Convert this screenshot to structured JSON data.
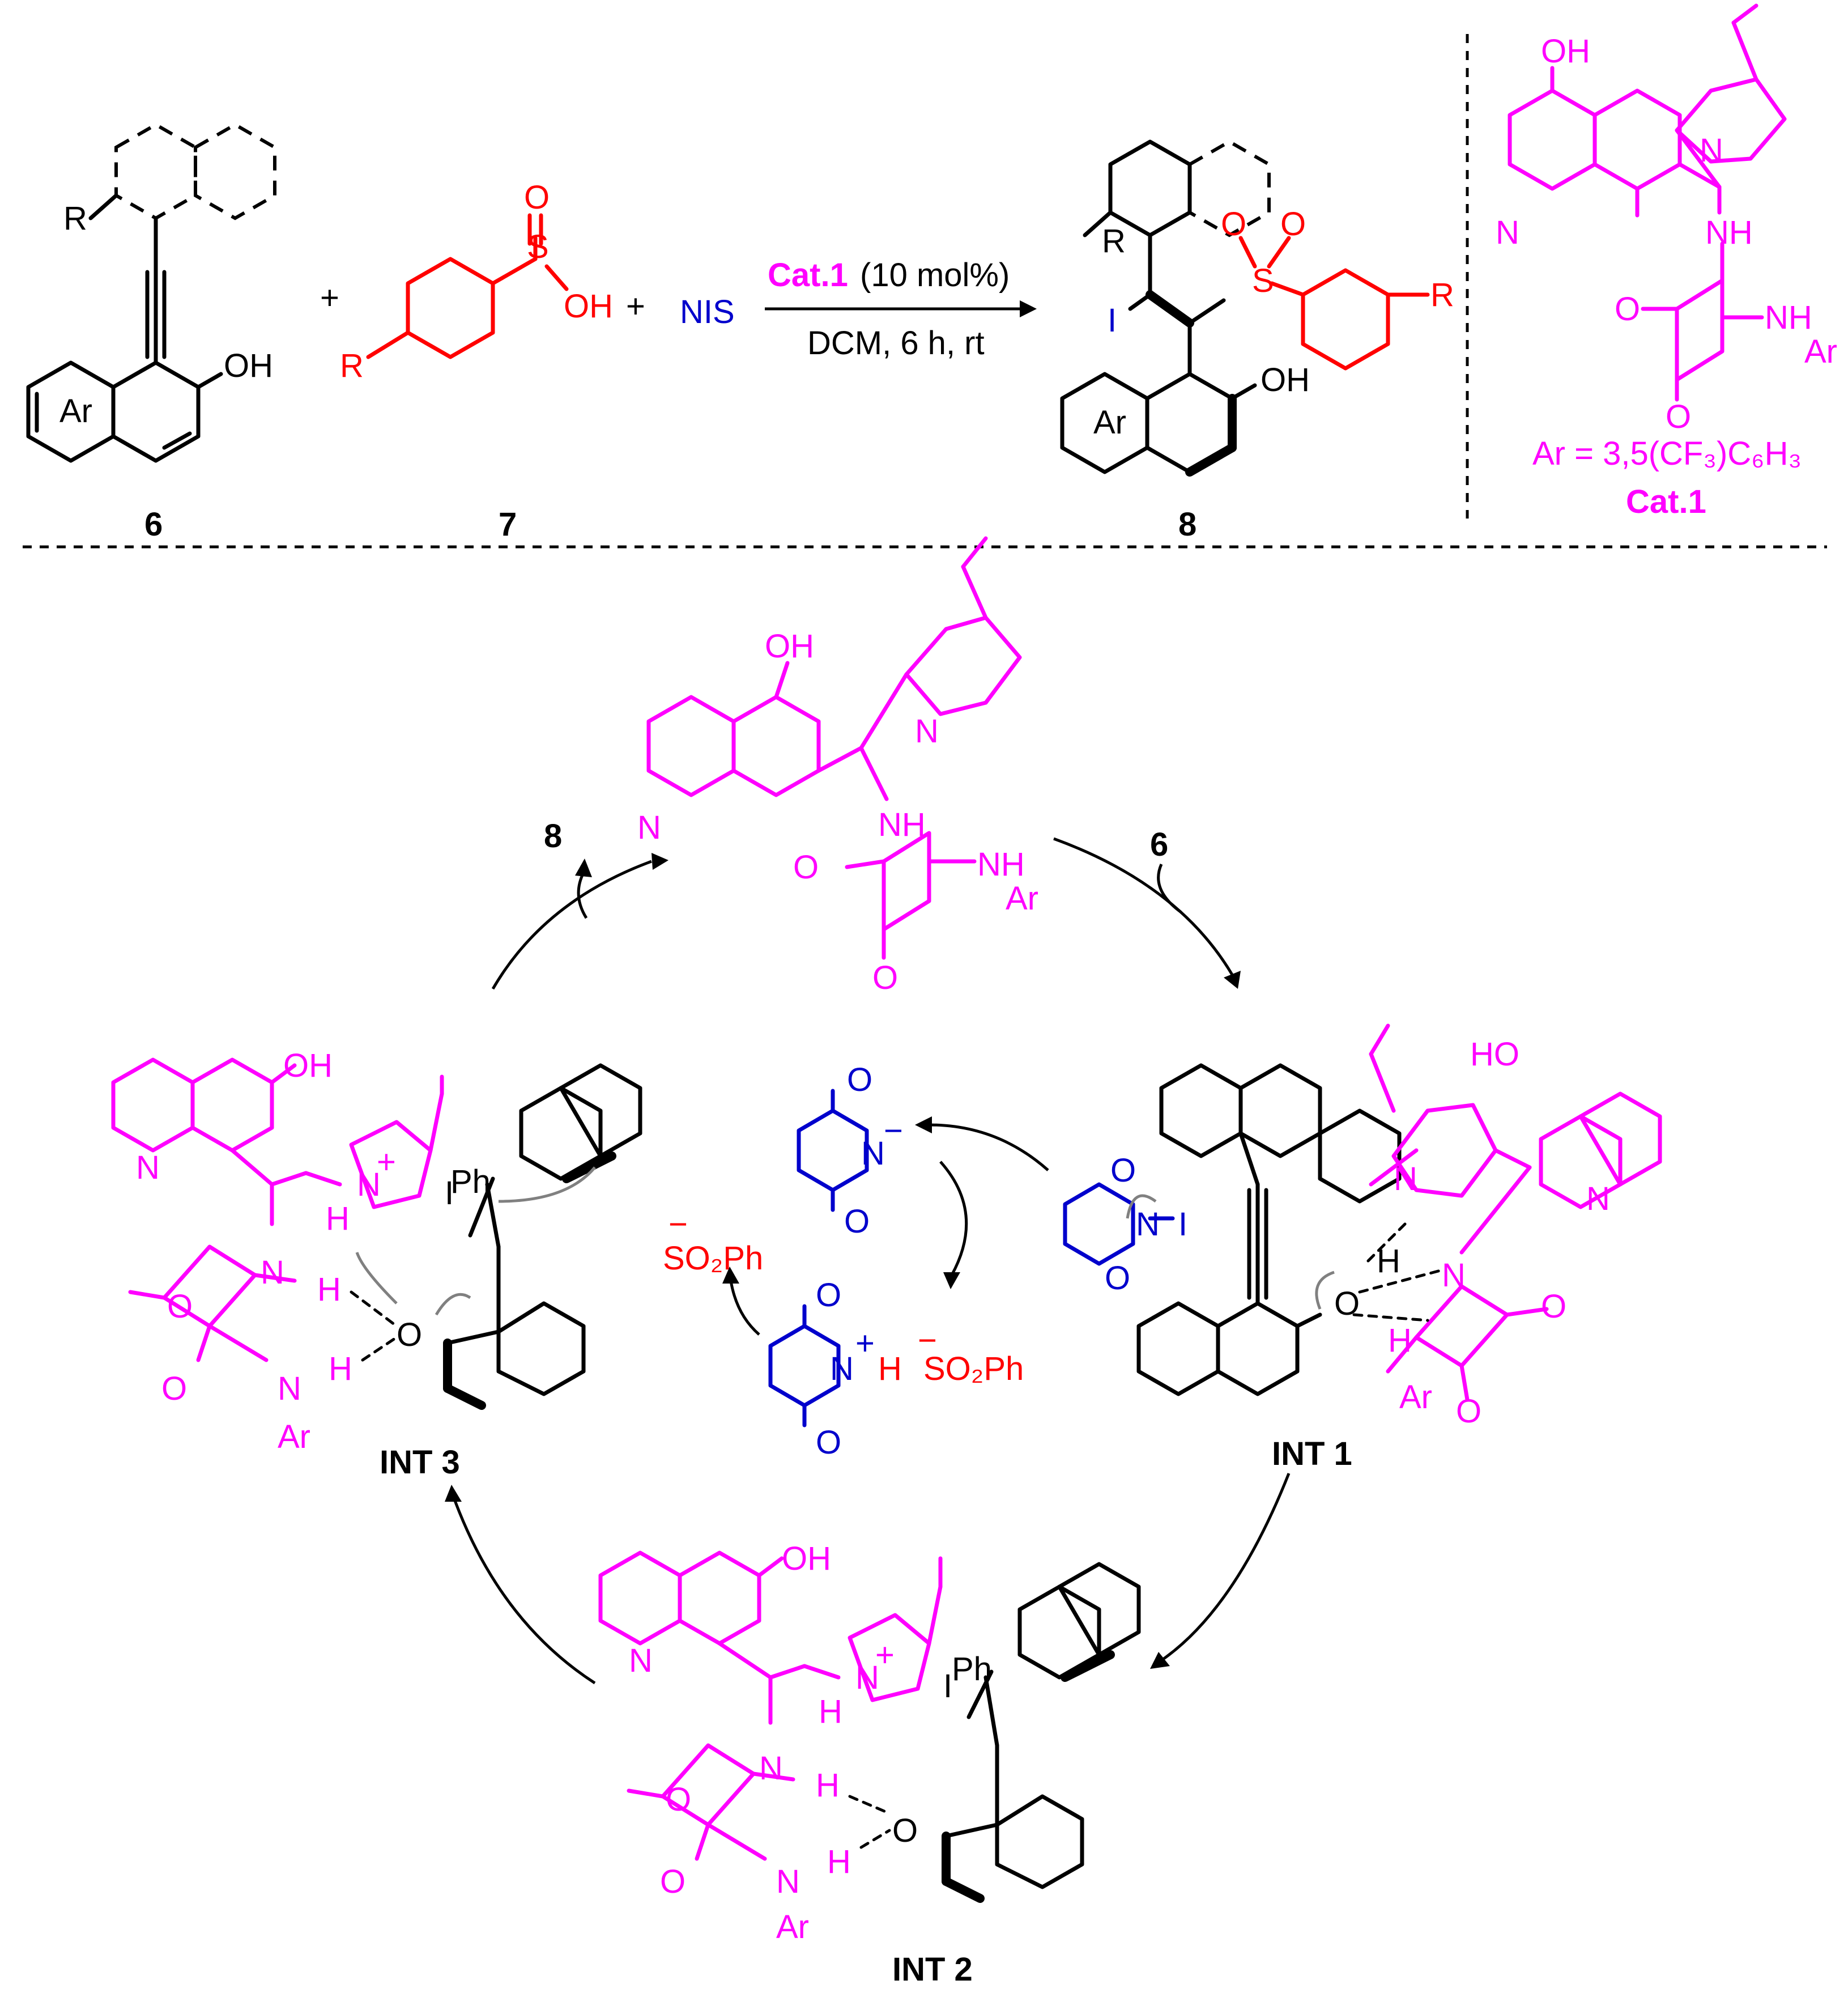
{
  "reaction": {
    "compound_labels": [
      "6",
      "7",
      "8"
    ],
    "substituent_R": "R",
    "aryl_label": "Ar",
    "hydroxyl_label": "OH",
    "plus": "+",
    "sulfinic_acid": {
      "S": "S",
      "O": "O",
      "OH": "OH"
    },
    "nis_label": "NIS",
    "catalyst_name": "Cat.1",
    "catalyst_loading": "(10 mol%)",
    "conditions": "DCM, 6 h, rt",
    "product_iodide": "I",
    "product_sulfonyl": {
      "S": "S",
      "O": "O"
    }
  },
  "catalyst_box": {
    "oh": "OH",
    "n_ring": "N",
    "n_quinuclidine": "N",
    "nh": "NH",
    "carbonyl": "O",
    "amide": "NH",
    "ar": "Ar",
    "ar_definition": "Ar = 3,5(CF₃)C₆H₃",
    "label": "Cat.1"
  },
  "cycle": {
    "top_catalyst": {
      "oh": "OH",
      "n_ring": "N",
      "n_q": "N",
      "nh": "NH",
      "o": "O",
      "nh2": "NH",
      "ar": "Ar"
    },
    "product_out": "8",
    "substrate_in": "6",
    "int1": {
      "label": "INT 1",
      "oh": "HO",
      "n_ring": "N",
      "n_q": "N",
      "n_amide": "N",
      "o": "O",
      "h": "H",
      "ar": "Ar",
      "succ_n": "N",
      "succ_o": "O",
      "iodine": "I"
    },
    "int2": {
      "label": "INT 2",
      "oh": "OH",
      "n_ring": "N",
      "n_plus": "N",
      "plus": "+",
      "h": "H",
      "iodine": "I",
      "ph": "Ph",
      "o": "O",
      "nh": "N",
      "ar": "Ar"
    },
    "int3": {
      "label": "INT 3",
      "oh": "OH",
      "n_ring": "N",
      "n_plus": "N",
      "plus": "+",
      "h": "H",
      "iodine": "I",
      "ph": "Ph",
      "o": "O",
      "nh": "N",
      "ar": "Ar"
    },
    "center": {
      "succinimide_anion_n": "N",
      "succinimide_o": "O",
      "minus": "−",
      "sulfinate": "SO₂Ph",
      "succinimide_h_complex": "N",
      "h": "H",
      "so2ph": "SO₂Ph"
    }
  },
  "colors": {
    "catalyst": "#ff00ff",
    "sulfinic": "#ff0000",
    "nis": "#0000cc",
    "substrate": "#000000"
  }
}
